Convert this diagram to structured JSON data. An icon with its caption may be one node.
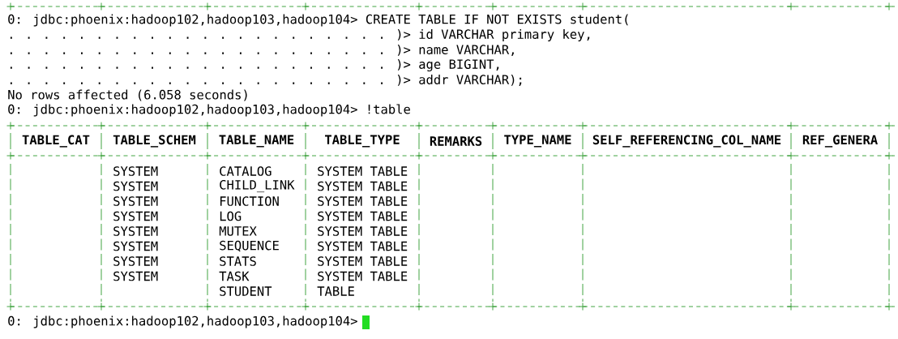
{
  "diagram": {
    "labels": [
      "0: jdbc:phoenix:hadoop102,hadoop103,hadoop104> CREATE TABLE IF NOT EXISTS student(",
      ". . . . . . . . . . . . . . . . . . . . . . )> id VARCHAR primary key,",
      ". . . . . . . . . . . . . . . . . . . . . . )> name VARCHAR,",
      ". . . . . . . . . . . . . . . . . . . . . . )> age BIGINT,",
      ". . . . . . . . . . . . . . . . . . . . . . )> addr VARCHAR);",
      "No rows affected (6.058 seconds)",
      "0: jdbc:phoenix:hadoop102,hadoop103,hadoop104> !table",
      "TABLE_CAT",
      "TABLE_SCHEM",
      "TABLE_NAME",
      "TABLE_TYPE",
      "REMARKS",
      "TYPE_NAME",
      "SELF_REFERENCING_COL_NAME",
      "REF_GENERA",
      "SYSTEM",
      "CATALOG",
      "SYSTEM TABLE",
      "SYSTEM",
      "CHILD_LINK",
      "SYSTEM TABLE",
      "SYSTEM",
      "FUNCTION",
      "SYSTEM TABLE",
      "SYSTEM",
      "LOG",
      "SYSTEM TABLE",
      "SYSTEM",
      "MUTEX",
      "SYSTEM TABLE",
      "SYSTEM",
      "SEQUENCE",
      "SYSTEM TABLE",
      "SYSTEM",
      "STATS",
      "SYSTEM TABLE",
      "SYSTEM",
      "TASK",
      "SYSTEM TABLE",
      "STUDENT",
      "TABLE",
      "0: jdbc:phoenix:hadoop102,hadoop103,hadoop104>"
    ]
  }
}
